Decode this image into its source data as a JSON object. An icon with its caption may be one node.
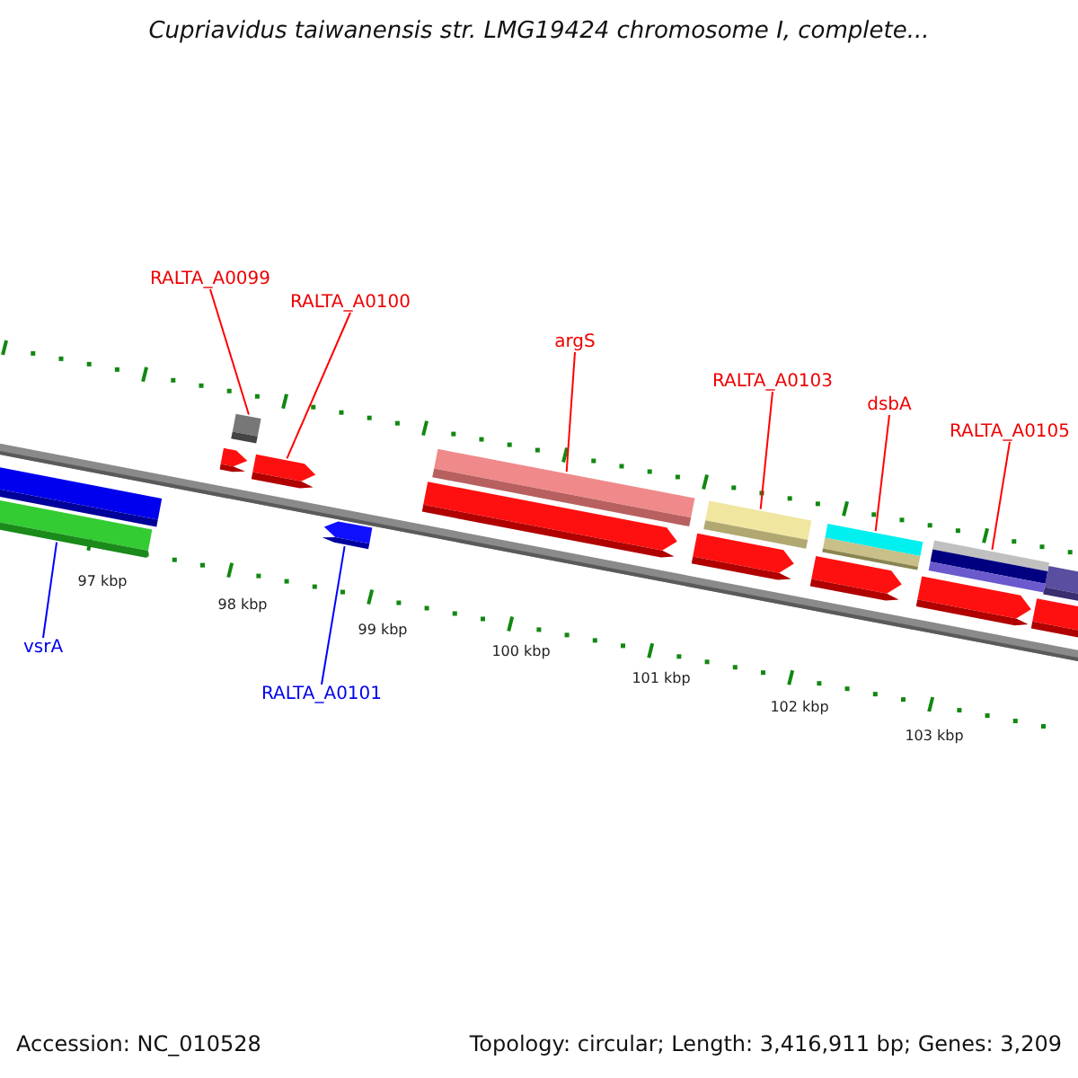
{
  "diagram": {
    "title": "Cupriavidus taiwanensis str. LMG19424 chromosome I, complete...",
    "nodes": [
      {
        "text": [
          "RALTA_A0099"
        ]
      },
      {
        "text": [
          "RALTA_A0100"
        ]
      },
      {
        "text": [
          "argS"
        ]
      },
      {
        "text": [
          "RALTA_A0103"
        ]
      },
      {
        "text": [
          "dsbA"
        ]
      },
      {
        "text": [
          "RALTA_A0105"
        ]
      },
      {
        "text": [
          "vsrA"
        ]
      },
      {
        "text": [
          "RALTA_A0101"
        ]
      },
      {
        "text": [],
        "shape": "bar"
      },
      {
        "text": [],
        "shape": "box"
      },
      {
        "text": [],
        "shape": "arrow"
      },
      {
        "text": [],
        "shape": "arrow"
      },
      {
        "text": [],
        "shape": "bar"
      },
      {
        "text": [],
        "shape": "bar"
      },
      {
        "text": [],
        "shape": "bar"
      },
      {
        "text": [],
        "shape": "bar"
      }
    ],
    "edges": [
      {
        "from": 0,
        "to": 9,
        "arrow": "none"
      },
      {
        "from": 1,
        "to": 10,
        "arrow": "none"
      },
      {
        "from": 2,
        "to": 12,
        "arrow": "none"
      },
      {
        "from": 3,
        "to": 13,
        "arrow": "none"
      },
      {
        "from": 4,
        "to": 14,
        "arrow": "none"
      },
      {
        "from": 5,
        "to": 15,
        "arrow": "none"
      },
      {
        "from": 6,
        "to": 8,
        "arrow": "none",
        "color": "#0000ff"
      },
      {
        "from": 7,
        "to": 11,
        "arrow": "none",
        "color": "#0000ff"
      }
    ],
    "labels": [
      "97 kbp",
      "98 kbp",
      "99 kbp",
      "100 kbp",
      "101 kbp",
      "102 kbp",
      "103 kbp",
      "Accession: NC_010528",
      "Topology: circular; Length: 3,416,911 bp; Genes: 3,209"
    ]
  }
}
